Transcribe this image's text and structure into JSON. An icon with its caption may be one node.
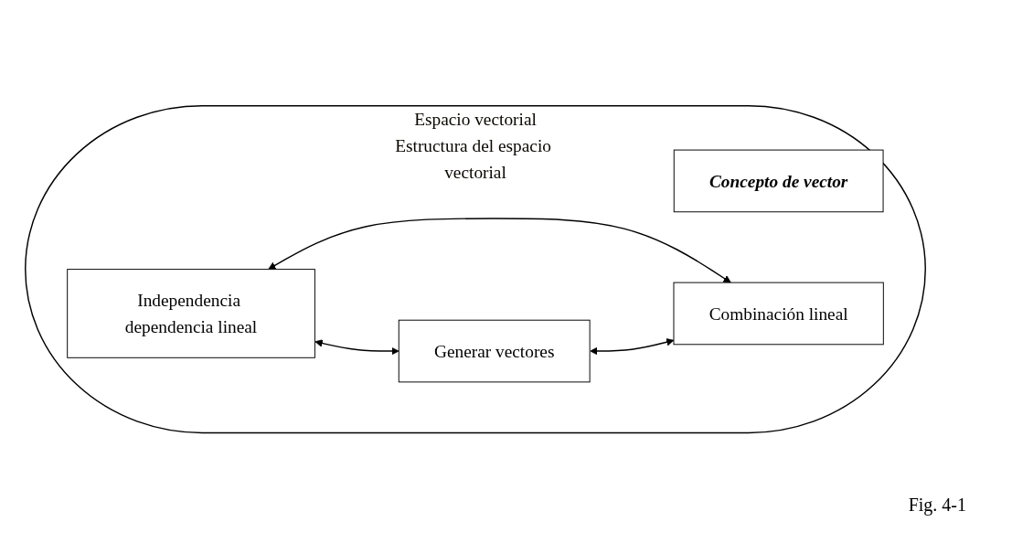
{
  "diagram": {
    "caption": "Fig. 4-1",
    "nodes": [
      {
        "text": [
          "Espacio vectorial",
          "Estructura del espacio vectorial"
        ]
      },
      {
        "text": [
          "Concepto de vector"
        ],
        "in": 0
      },
      {
        "text": [
          "Independencia dependencia lineal"
        ],
        "in": 0
      },
      {
        "text": [
          "Generar vectores"
        ],
        "in": 0
      },
      {
        "text": [
          "Combinación lineal"
        ],
        "in": 0
      }
    ],
    "edges": [
      {
        "from": 2,
        "to": 3,
        "arrow": "both"
      },
      {
        "from": 2,
        "to": 4,
        "arrow": "both"
      },
      {
        "from": 3,
        "to": 4,
        "arrow": "both"
      }
    ]
  }
}
